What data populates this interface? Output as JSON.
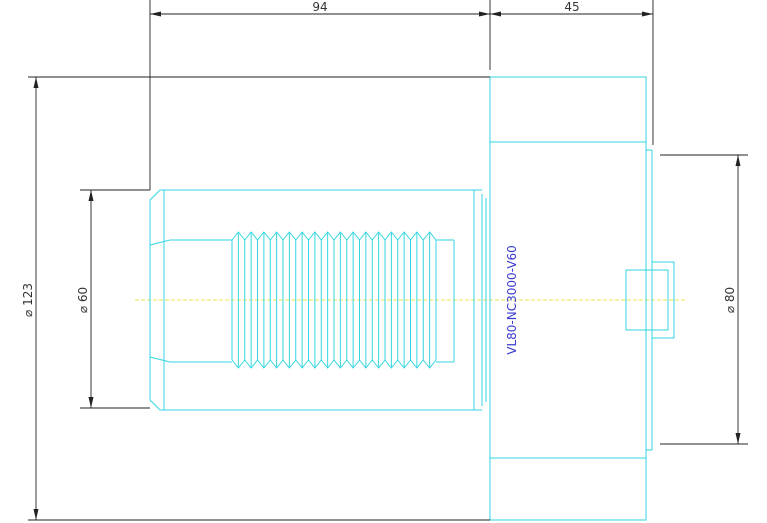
{
  "drawing": {
    "part_label": "VL80-NC3000-V60",
    "dimensions": {
      "length_body": "94",
      "length_flange": "45",
      "dia_outer": "⌀ 123",
      "dia_shank": "⌀ 60",
      "dia_pilot": "⌀ 80"
    },
    "colors": {
      "geometry": "#33d6e0",
      "dimension": "#222222",
      "centerline": "#e6e650",
      "label": "#3a3ad0"
    }
  }
}
